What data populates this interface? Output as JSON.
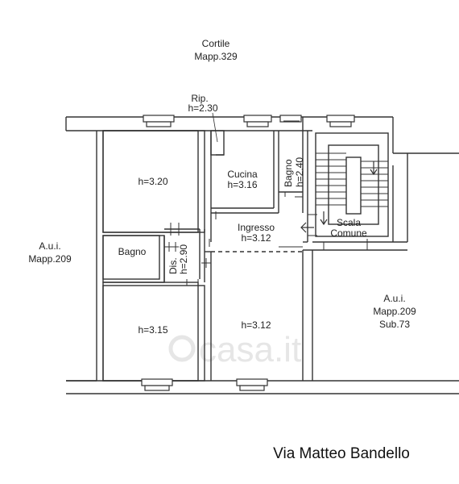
{
  "labels": {
    "cortile_line1": "Cortile",
    "cortile_line2": "Mapp.329",
    "aui_left_line1": "A.u.i.",
    "aui_left_line2": "Mapp.209",
    "aui_right_line1": "A.u.i.",
    "aui_right_line2": "Mapp.209",
    "aui_right_line3": "Sub.73",
    "street": "Via Matteo Bandello",
    "watermark": "casa.it"
  },
  "rooms": {
    "room_top_left": "h=3.20",
    "rip_title": "Rip.",
    "rip_height": "h=2.30",
    "cucina_name": "Cucina",
    "cucina_height": "h=3.16",
    "bagno_top_name": "Bagno",
    "bagno_top_height": "h=2.40",
    "ingresso_name": "Ingresso",
    "ingresso_height": "h=3.12",
    "scala_line1": "Scala",
    "scala_line2": "Comune",
    "bagno_left_name": "Bagno",
    "dis_name": "Dis.",
    "dis_height": "h=2.90",
    "room_bottom_left": "h=3.15",
    "room_bottom_mid": "h=3.12"
  }
}
